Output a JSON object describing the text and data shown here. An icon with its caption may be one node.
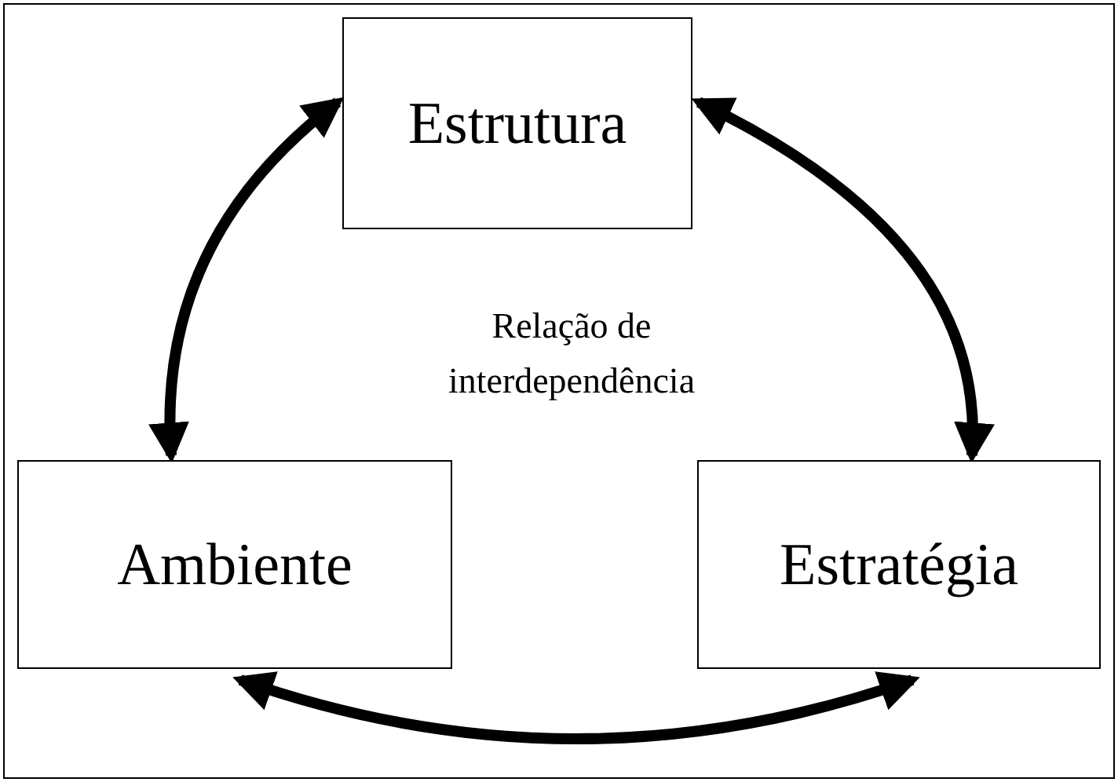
{
  "diagram": {
    "nodes": [
      {
        "text": [
          "Estrutura"
        ]
      },
      {
        "text": [
          "Ambiente"
        ]
      },
      {
        "text": [
          "Estratégia"
        ]
      }
    ],
    "edges": [
      {
        "from": 0,
        "to": 1,
        "arrow": "both"
      },
      {
        "from": 0,
        "to": 2,
        "arrow": "both"
      },
      {
        "from": 1,
        "to": 2,
        "arrow": "both"
      }
    ],
    "labels": [
      "Relação de interdependência"
    ]
  }
}
